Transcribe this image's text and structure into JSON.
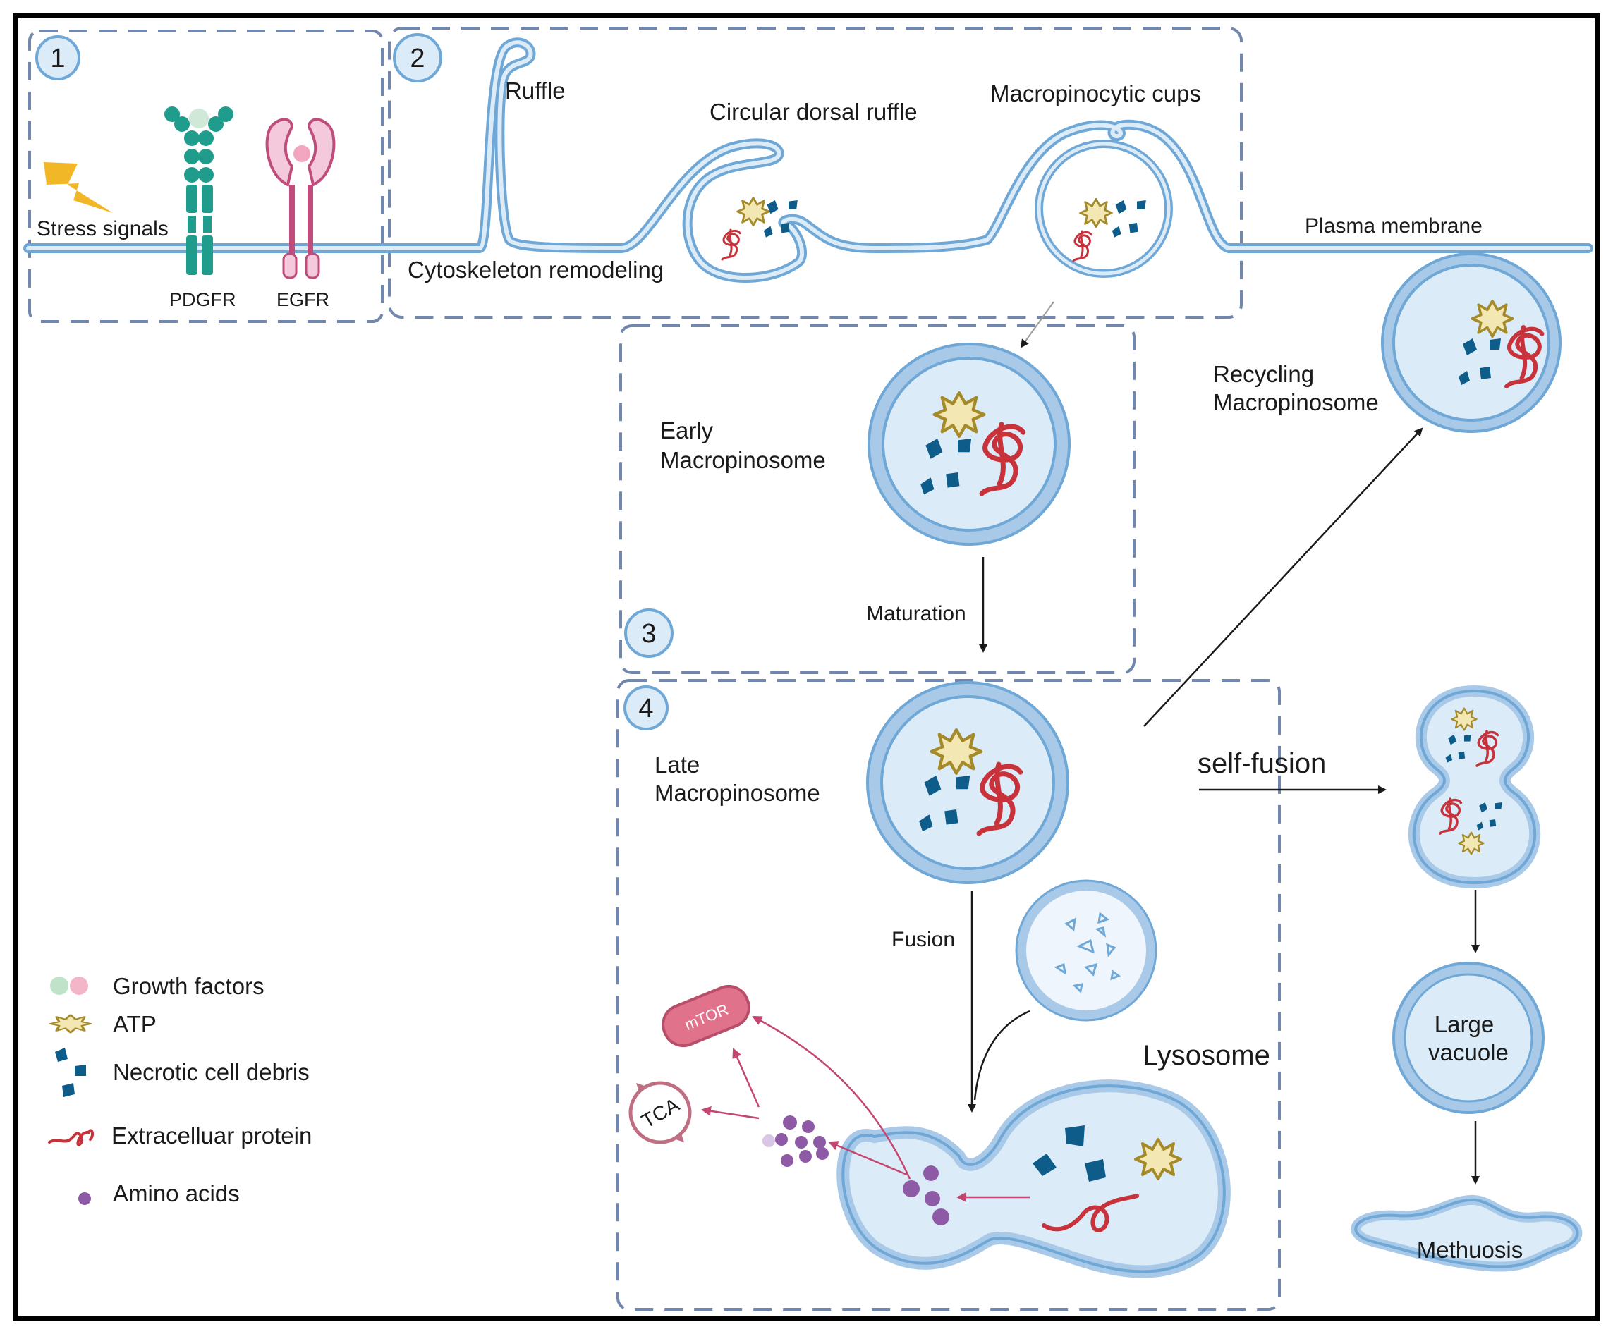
{
  "colors": {
    "membrane": "#6fa8d6",
    "membrane_fill": "#dcebf8",
    "vesicle_ring": "#a9c9e8",
    "dashed": "#7287ad",
    "debris": "#0d5c8a",
    "protein": "#c8323b",
    "atp_fill": "#f3e8b3",
    "atp_stroke": "#a58a2a",
    "pdgfr": "#1f9c8c",
    "egfr": "#c04c7c",
    "egfr_fill": "#f4c9dc",
    "amino": "#8e5aa6",
    "mtor": "#e0728c",
    "arrow_pink": "#c4456e"
  },
  "panels": {
    "p1": "1",
    "p2": "2",
    "p3": "3",
    "p4": "4"
  },
  "labels": {
    "stress_signals": "Stress signals",
    "pdgfr": "PDGFR",
    "egfr": "EGFR",
    "ruffle": "Ruffle",
    "circular_dorsal_ruffle": "Circular dorsal ruffle",
    "macropinocytic_cups": "Macropinocytic cups",
    "cytoskeleton_remodeling": "Cytoskeleton remodeling",
    "plasma_membrane": "Plasma membrane",
    "early_l1": "Early",
    "early_l2": "Macropinosome",
    "recycling_l1": "Recycling",
    "recycling_l2": "Macropinosome",
    "maturation": "Maturation",
    "late_l1": "Late",
    "late_l2": "Macropinosome",
    "self_fusion": "self-fusion",
    "fusion": "Fusion",
    "lysosome": "Lysosome",
    "large_l1": "Large",
    "large_l2": "vacuole",
    "methuosis": "Methuosis",
    "mtor": "mTOR",
    "tca": "TCA"
  },
  "legend": [
    {
      "icon": "growth-factors-icon",
      "label": "Growth factors"
    },
    {
      "icon": "atp-icon",
      "label": "ATP"
    },
    {
      "icon": "debris-icon",
      "label": "Necrotic cell debris"
    },
    {
      "icon": "protein-icon",
      "label": "Extracelluar protein"
    },
    {
      "icon": "amino-acid-icon",
      "label": "Amino acids"
    }
  ]
}
